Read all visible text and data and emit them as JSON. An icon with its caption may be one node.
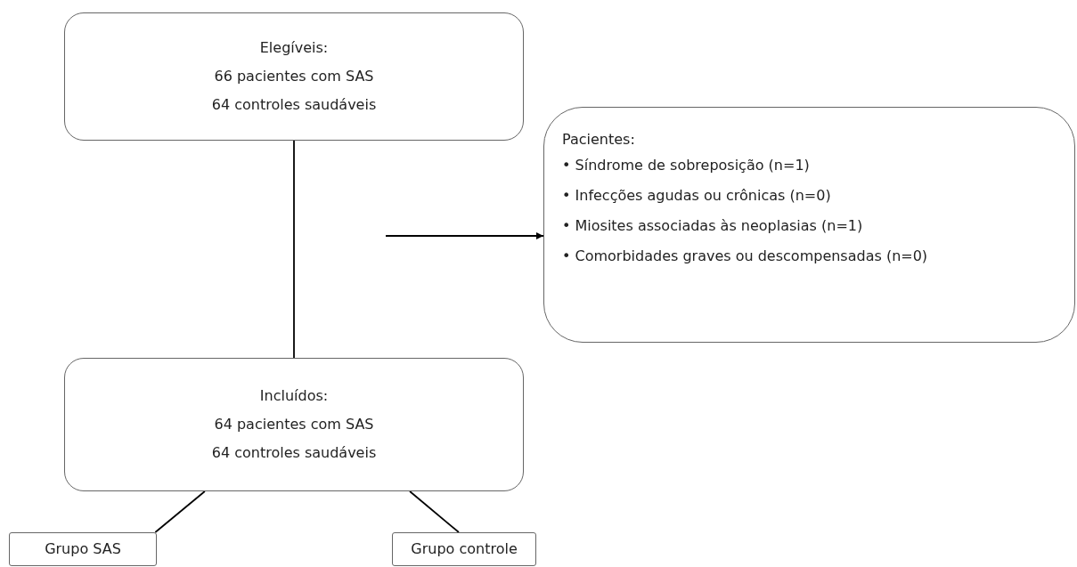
{
  "diagram": {
    "nodes": [
      {
        "text": [
          "Elegíveis:",
          "66 pacientes com SAS",
          "64 controles saudáveis"
        ]
      },
      {
        "text": [
          "Pacientes:",
          "• Síndrome de sobreposição (n=1)",
          "• Infecções agudas ou crônicas (n=0)",
          "• Miosites associadas às neoplasias (n=1)",
          "• Comorbidades graves ou descompensadas (n=0)"
        ]
      },
      {
        "text": [
          "Incluídos:",
          "64 pacientes com SAS",
          "64 controles saudáveis"
        ]
      },
      {
        "text": [
          "Grupo SAS"
        ]
      },
      {
        "text": [
          "Grupo controle"
        ]
      }
    ],
    "edges": [
      {
        "from": 0,
        "to": 2,
        "arrow": "none"
      },
      {
        "from": null,
        "to": 1,
        "arrow": "to"
      },
      {
        "from": 2,
        "to": 3,
        "arrow": "none"
      },
      {
        "from": 2,
        "to": 4,
        "arrow": "none"
      }
    ]
  }
}
